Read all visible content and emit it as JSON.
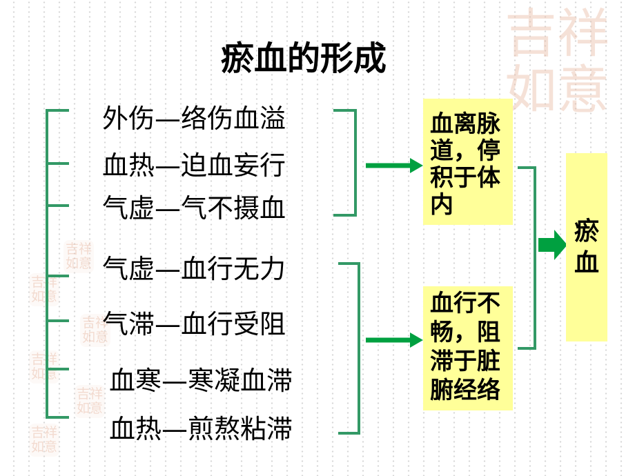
{
  "title": "瘀血的形成",
  "watermark": "吉祥如意",
  "colors": {
    "bracket": "#339966",
    "arrow": "#00a040",
    "box": "#ffff99",
    "text": "#000000",
    "stamp": "#e9bda8"
  },
  "causes": [
    "外伤—络伤血溢",
    "血热—迫血妄行",
    "气虚—气不摄血",
    "气虚—血行无力",
    "气滞—血行受阻",
    "血寒—寒凝血滞",
    "血热—煎熬粘滞"
  ],
  "outcomes": [
    {
      "lines": [
        "血离脉",
        "道，停",
        "积于体",
        "内"
      ]
    },
    {
      "lines": [
        "血行不",
        "畅，阻",
        "滞于脏",
        "腑经络"
      ]
    }
  ],
  "result": {
    "lines": [
      "瘀",
      "血"
    ]
  }
}
